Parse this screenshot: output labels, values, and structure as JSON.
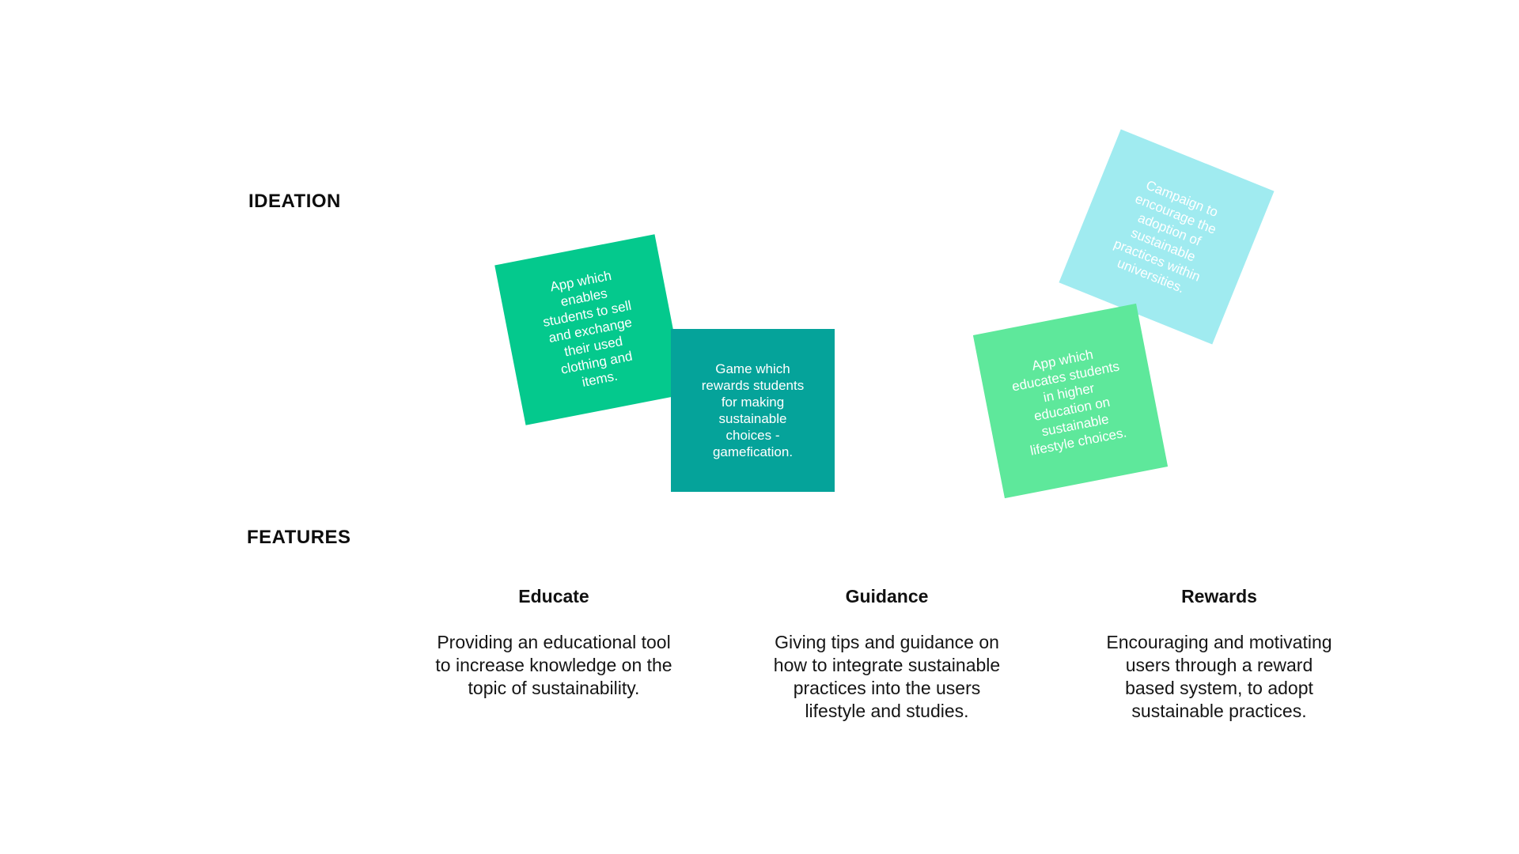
{
  "sections": {
    "ideation": "IDEATION",
    "features": "FEATURES"
  },
  "ideation_notes": [
    {
      "text": "App which enables students to sell and exchange their used clothing and items.",
      "color": "#04c98d"
    },
    {
      "text": "Game which rewards students for making sustainable choices - gamefication.",
      "color": "#05a39a"
    },
    {
      "text": "Campaign to encourage the adoption of sustainable practices within universities.",
      "color": "#a0ebf0"
    },
    {
      "text": "App which educates students in higher education on sustainable lifestyle choices.",
      "color": "#5ee89b"
    }
  ],
  "features": [
    {
      "title": "Educate",
      "description": "Providing an educational tool to increase knowledge on the topic of sustainability."
    },
    {
      "title": "Guidance",
      "description": "Giving tips and guidance on how to integrate sustainable practices into the users lifestyle and studies."
    },
    {
      "title": "Rewards",
      "description": "Encouraging and motivating users through a reward based system, to adopt sustainable practices."
    }
  ]
}
